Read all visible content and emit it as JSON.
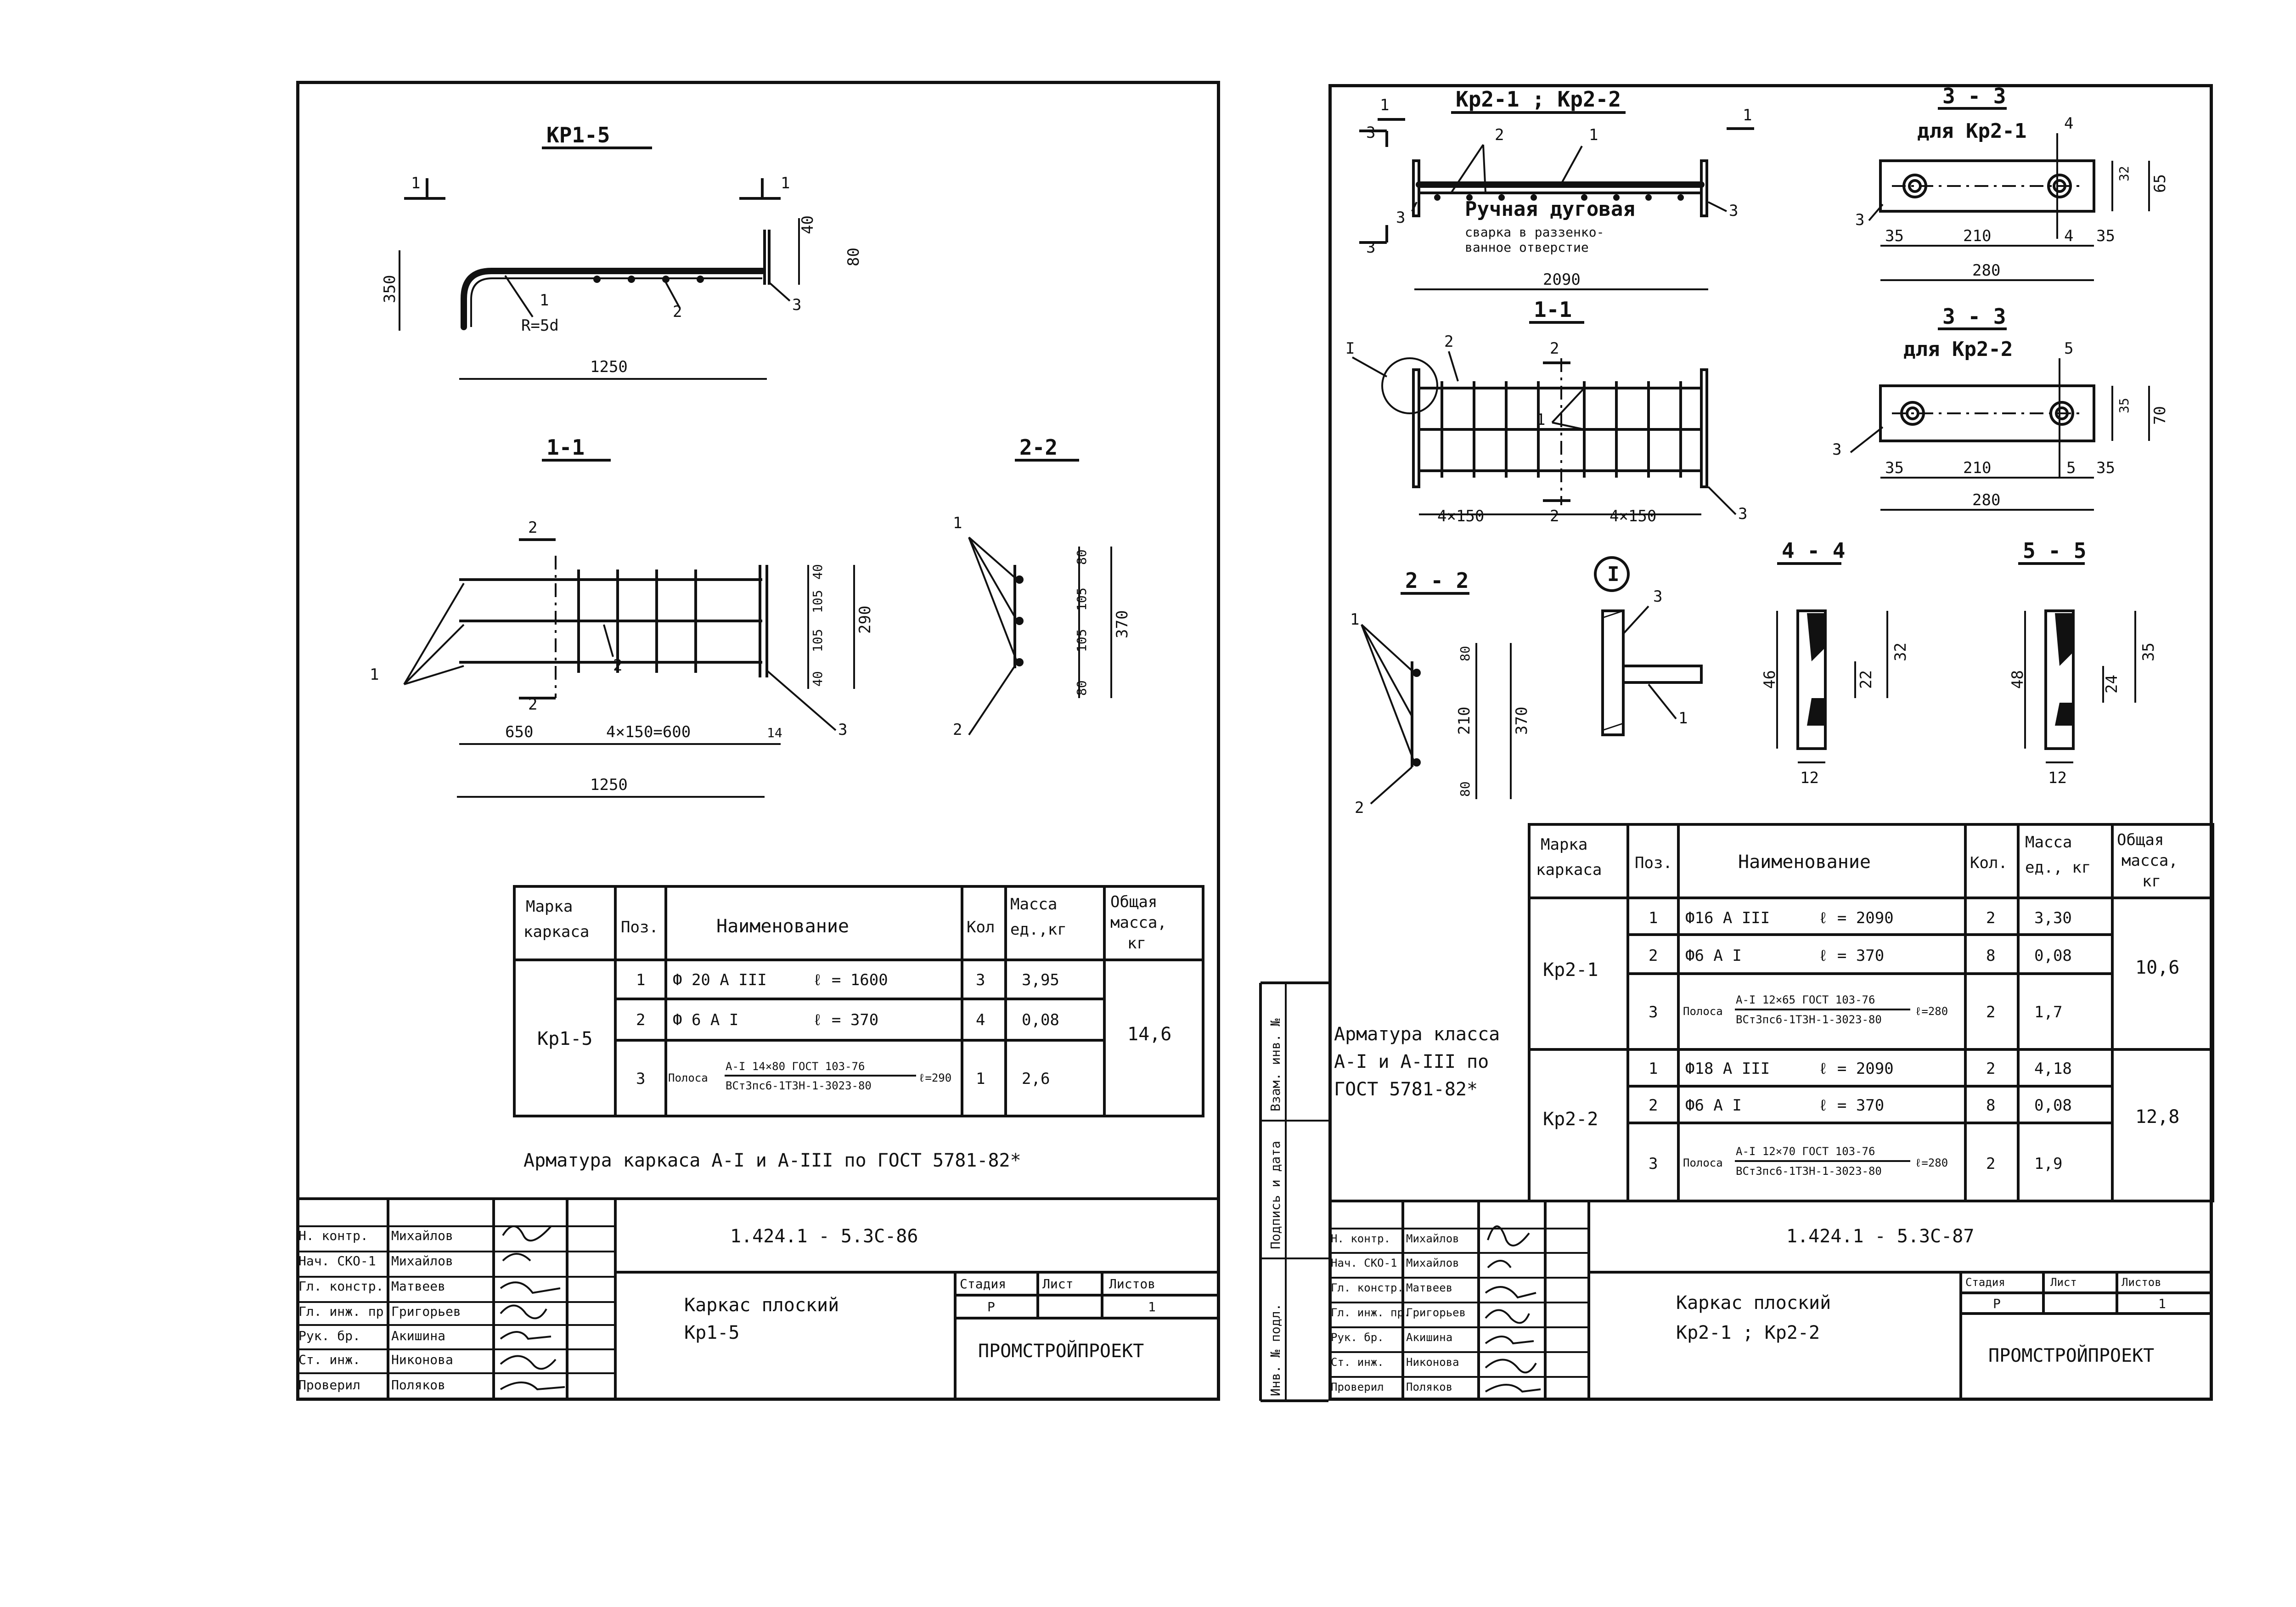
{
  "left": {
    "views": {
      "main_title": "КР1-5",
      "dim_350": "350",
      "dim_40": "40",
      "dim_80": "80",
      "radius": "R=5d",
      "dim_1250": "1250",
      "sec_1": "1",
      "pos_1": "1",
      "pos_2": "2",
      "pos_3": "3",
      "s11_title": "1-1",
      "s11_pos2": "2",
      "s11_pos2b": "2",
      "s11_pos1": "1",
      "s11_pos3": "3",
      "s11_cut2": "2",
      "s11_dim_650": "650",
      "s11_dim_4x150": "4×150=600",
      "s11_dim_14": "14",
      "s11_dim_1250": "1250",
      "s11_dim_40a": "40",
      "s11_dim_105a": "105",
      "s11_dim_105b": "105",
      "s11_dim_40b": "40",
      "s11_dim_290": "290",
      "s22_title": "2-2",
      "s22_pos1": "1",
      "s22_pos2": "2",
      "s22_dim_80a": "80",
      "s22_dim_105a": "105",
      "s22_dim_105b": "105",
      "s22_dim_80b": "80",
      "s22_dim_370": "370"
    },
    "table": {
      "headers": [
        "Марка каркаса",
        "Поз.",
        "Наименование",
        "Кол",
        "Масса ед.,кг",
        "Общая масса, кг"
      ],
      "mark": "Кр1-5",
      "total_mass": "14,6",
      "rows": [
        {
          "pos": "1",
          "name": "Ф 20 А III",
          "len": "ℓ = 1600",
          "qty": "3",
          "mass": "3,95"
        },
        {
          "pos": "2",
          "name": "Ф 6 А I",
          "len": "ℓ = 370",
          "qty": "4",
          "mass": "0,08"
        },
        {
          "pos": "3",
          "name": "Полоса",
          "spec_top": "А-I 14×80 ГОСТ 103-76",
          "spec_bottom": "ВСт3пс6-1Т3Н-1-3023-80",
          "len": "ℓ=290",
          "qty": "1",
          "mass": "2,6"
        }
      ]
    },
    "note": "Арматура каркаса А-I и А-III по ГОСТ 5781-82*",
    "stamp": {
      "code": "1.424.1 - 5.3С-86",
      "roles": [
        "Н. контр.",
        "Нач. СКО-1",
        "Гл. констр.",
        "Гл. инж. пр.",
        "Рук. бр.",
        "Ст. инж.",
        "Проверил"
      ],
      "names": [
        "Михайлов",
        "Михайлов",
        "Матвеев",
        "Григорьев",
        "Акишина",
        "Никонова",
        "Поляков"
      ],
      "title_1": "Каркас плоский",
      "title_2": "Кр1-5",
      "stage_label": "Стадия",
      "sheet_label": "Лист",
      "sheets_label": "Листов",
      "stage": "Р",
      "sheets": "1",
      "org": "ПРОМСТРОЙПРОЕКТ"
    }
  },
  "right": {
    "views": {
      "main_title": "Кр2-1 ; Кр2-2",
      "cut_3": "3",
      "cut_3b": "3",
      "cut_1": "1",
      "cut_1b": "1",
      "pos_1": "1",
      "pos_2": "2",
      "pos_3a": "3",
      "pos_3b": "3",
      "weld_1": "Ручная дуговая",
      "weld_2": "сварка в раззенко-",
      "weld_3": "ванное отверстие",
      "dim_2090": "2090",
      "s33a_title": "3 - 3",
      "s33a_sub": "для Кр2-1",
      "s33a_pos3": "3",
      "s33a_pos4": "4",
      "s33a_dim_32": "32",
      "s33a_dim_65": "65",
      "s33a_dim_35a": "35",
      "s33a_dim_210": "210",
      "s33a_dim_4": "4",
      "s33a_dim_35b": "35",
      "s33a_dim_280": "280",
      "s11_title": "1-1",
      "s11_ref_I": "I",
      "s11_pos2": "2",
      "s11_pos2b": "2",
      "s11_pos1": "1",
      "s11_pos3": "3",
      "s11_cut2": "2",
      "s11_dim_4x150a": "4×150",
      "s11_dim_2": "2",
      "s11_dim_4x150b": "4×150",
      "s33b_title": "3 - 3",
      "s33b_sub": "для Кр2-2",
      "s33b_pos3": "3",
      "s33b_pos5": "5",
      "s33b_dim_35": "35",
      "s33b_dim_70": "70",
      "s33b_dim_35a": "35",
      "s33b_dim_210": "210",
      "s33b_dim_5": "5",
      "s33b_dim_35b": "35",
      "s33b_dim_280": "280",
      "s22_title": "2 - 2",
      "s22_pos1": "1",
      "s22_pos2": "2",
      "s22_dim_80a": "80",
      "s22_dim_210": "210",
      "s22_dim_80b": "80",
      "s22_dim_370": "370",
      "detI_label": "I",
      "detI_pos3": "3",
      "detI_pos1": "1",
      "s44_title": "4 - 4",
      "s44_dim_46": "46",
      "s44_dim_22": "22",
      "s44_dim_32": "32",
      "s44_dim_12": "12",
      "s55_title": "5 - 5",
      "s55_dim_48": "48",
      "s55_dim_24": "24",
      "s55_dim_35": "35",
      "s55_dim_12": "12"
    },
    "table": {
      "headers": [
        "Марка каркаса",
        "Поз.",
        "Наименование",
        "Кол.",
        "Масса ед., кг",
        "Общая масса, кг"
      ],
      "groups": [
        {
          "mark": "Кр2-1",
          "total": "10,6",
          "rows": [
            {
              "pos": "1",
              "name": "Ф16 А III",
              "len": "ℓ = 2090",
              "qty": "2",
              "mass": "3,30"
            },
            {
              "pos": "2",
              "name": "Ф6 А I",
              "len": "ℓ = 370",
              "qty": "8",
              "mass": "0,08"
            },
            {
              "pos": "3",
              "name": "Полоса",
              "spec_top": "А-I 12×65 ГОСТ 103-76",
              "spec_bottom": "ВСт3пс6-1Т3Н-1-3023-80",
              "len": "ℓ=280",
              "qty": "2",
              "mass": "1,7"
            }
          ]
        },
        {
          "mark": "Кр2-2",
          "total": "12,8",
          "rows": [
            {
              "pos": "1",
              "name": "Ф18 А III",
              "len": "ℓ = 2090",
              "qty": "2",
              "mass": "4,18"
            },
            {
              "pos": "2",
              "name": "Ф6 А I",
              "len": "ℓ = 370",
              "qty": "8",
              "mass": "0,08"
            },
            {
              "pos": "3",
              "name": "Полоса",
              "spec_top": "А-I 12×70 ГОСТ 103-76",
              "spec_bottom": "ВСт3пс6-1Т3Н-1-3023-80",
              "len": "ℓ=280",
              "qty": "2",
              "mass": "1,9"
            }
          ]
        }
      ]
    },
    "note": [
      "Арматура класса",
      "А-I и А-III по",
      "ГОСТ 5781-82*"
    ],
    "side_labels": [
      "Инв. № подл.",
      "Подпись и дата",
      "Взам. инв. №"
    ],
    "stamp": {
      "code": "1.424.1 - 5.3С-87",
      "roles": [
        "Н. контр.",
        "Нач. СКО-1",
        "Гл. констр.",
        "Гл. инж. пр.",
        "Рук. бр.",
        "Ст. инж.",
        "Проверил"
      ],
      "names": [
        "Михайлов",
        "Михайлов",
        "Матвеев",
        "Григорьев",
        "Акишина",
        "Никонова",
        "Поляков"
      ],
      "title_1": "Каркас плоский",
      "title_2": "Кр2-1 ; Кр2-2",
      "stage_label": "Стадия",
      "sheet_label": "Лист",
      "sheets_label": "Листов",
      "stage": "Р",
      "sheets": "1",
      "org": "ПРОМСТРОЙПРОЕКТ"
    }
  }
}
